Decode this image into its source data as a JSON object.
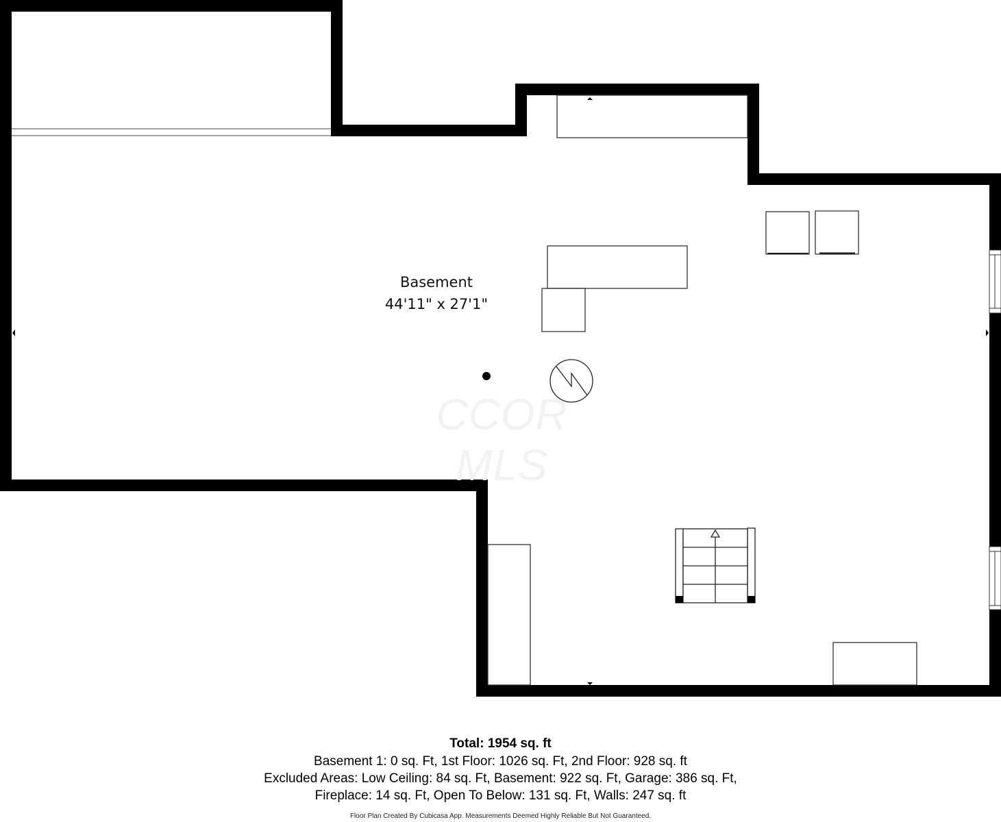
{
  "room": {
    "name": "Basement",
    "dimensions": "44'11\" x 27'1\""
  },
  "watermark": "CCOR MLS",
  "summary": {
    "total": "Total: 1954 sq. ft",
    "line1": "Basement 1: 0 sq. Ft, 1st Floor: 1026 sq. Ft, 2nd Floor: 928 sq. ft",
    "line2": "Excluded Areas: Low Ceiling: 84 sq. Ft, Basement: 922 sq. Ft, Garage: 386 sq. Ft,",
    "line3": "Fireplace: 14 sq. Ft, Open To Below: 131 sq. Ft, Walls: 247 sq. ft"
  },
  "disclaimer": "Floor Plan Created By Cubicasa App. Measurements Deemed Highly Reliable But Not Guaranteed.",
  "colors": {
    "wall": "#000000",
    "fixture_stroke": "#333333",
    "background": "#ffffff",
    "watermark": "#f2f2f2"
  },
  "symbols": {
    "electrical_panel": "lightning-circle-icon",
    "column": "column-dot-icon",
    "stairs": "stairs-up-icon",
    "window": "window-icon",
    "measure_marker": "triangle-marker-icon"
  }
}
